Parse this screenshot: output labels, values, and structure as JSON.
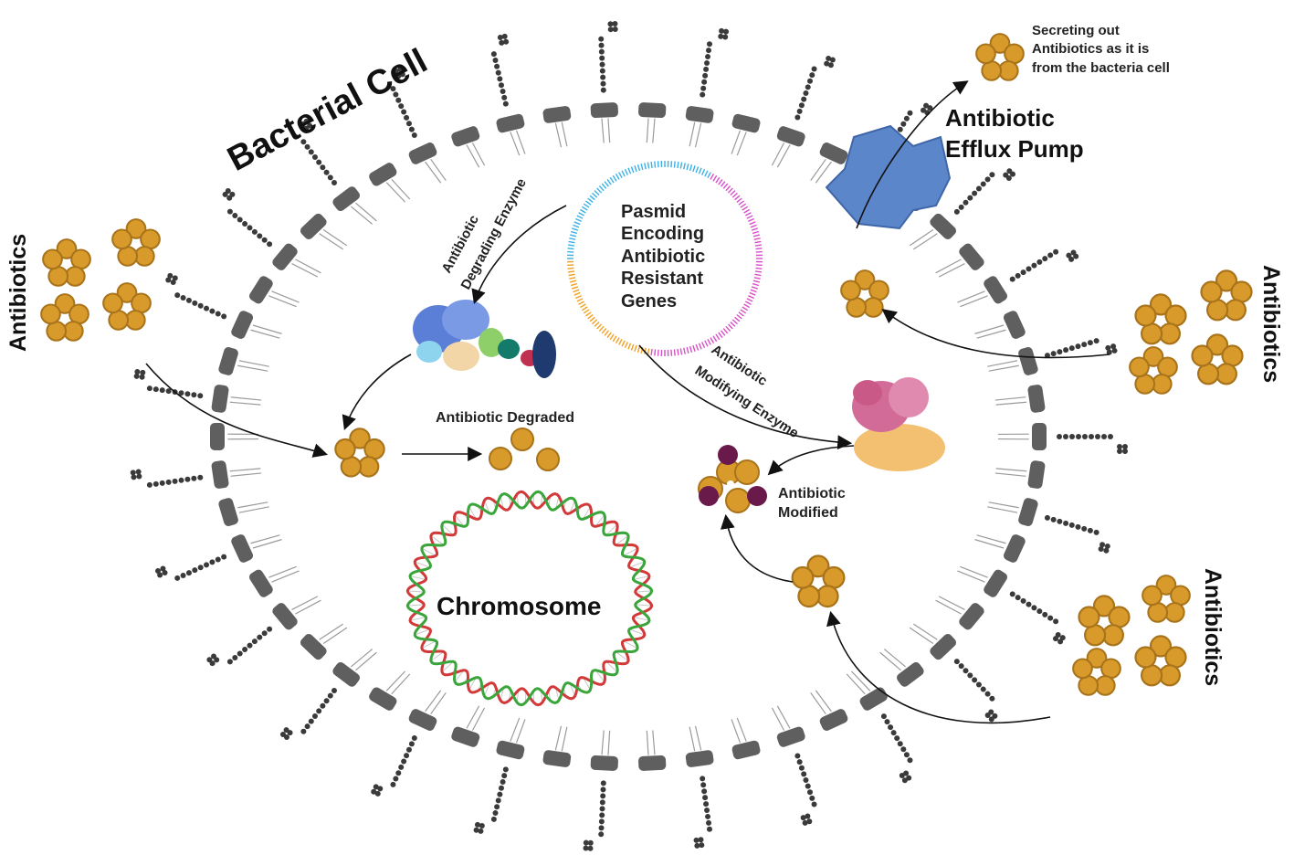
{
  "diagram": {
    "title": "Bacterial Cell",
    "labels": {
      "antibiotics_left": "Antibiotics",
      "antibiotics_right_top": "Antibiotics",
      "antibiotics_right_bottom": "Antibiotics",
      "efflux_pump_line1": "Antibiotic",
      "efflux_pump_line2": "Efflux Pump",
      "secreting_line1": "Secreting out",
      "secreting_line2": "Antibiotics as it is",
      "secreting_line3": "from the bacteria cell",
      "plasmid_line1": "Pasmid",
      "plasmid_line2": "Encoding",
      "plasmid_line3": "Antibiotic",
      "plasmid_line4": "Resistant",
      "plasmid_line5": "Genes",
      "degrading_line1": "Antibiotic",
      "degrading_line2": "Degrading Enzyme",
      "modifying_line1": "Antibiotic",
      "modifying_line2": "Modifying Enzyme",
      "degraded": "Antibiotic Degraded",
      "modified_line1": "Antibiotic",
      "modified_line2": "Modified",
      "chromosome": "Chromosome"
    },
    "colors": {
      "antibiotic": "#d89b2b",
      "antibiotic_stroke": "#a8731a",
      "membrane_head": "#5f5f5f",
      "lipopolysaccharide": "#3a3a3a",
      "efflux_pump": "#5b86c9",
      "modifier_group": "#6a1a4a",
      "dna_strand_a": "#d23a3a",
      "dna_strand_b": "#3aa53a",
      "plasmid_blue": "#3ab0e6",
      "plasmid_pink": "#d84fc8",
      "plasmid_orange": "#f0a020"
    }
  }
}
